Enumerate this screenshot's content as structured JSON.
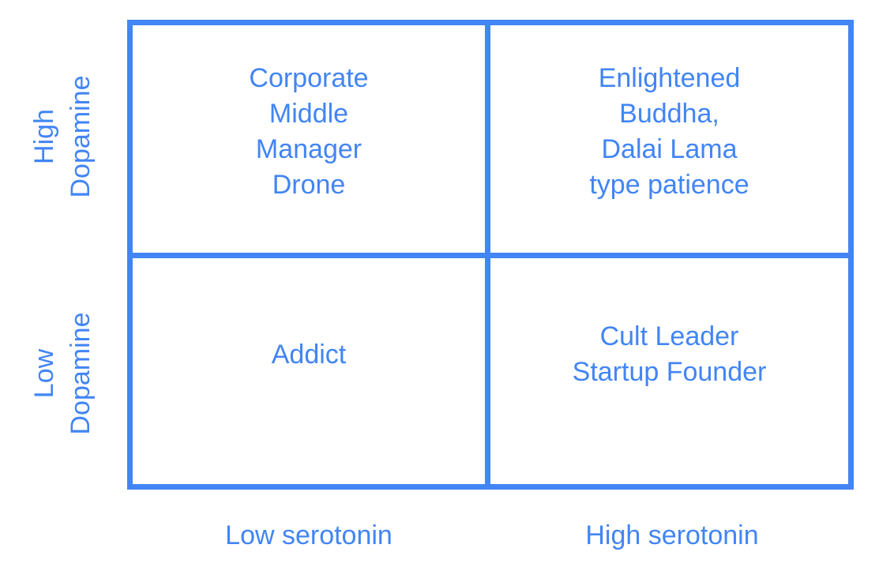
{
  "theme": {
    "accent_color": "#4285f4",
    "background_color": "#ffffff"
  },
  "axes": {
    "y": {
      "name": "Dopamine",
      "levels": [
        {
          "id": "high-dopamine",
          "qualifier": "High",
          "measure": "Dopamine"
        },
        {
          "id": "low-dopamine",
          "qualifier": "Low",
          "measure": "Dopamine"
        }
      ]
    },
    "x": {
      "name": "serotonin",
      "levels": [
        {
          "id": "low-serotonin",
          "label": "Low serotonin"
        },
        {
          "id": "high-serotonin",
          "label": "High serotonin"
        }
      ]
    }
  },
  "quadrants": [
    {
      "id": "top-left",
      "y_level": "High Dopamine",
      "x_level": "Low serotonin",
      "label": "Corporate\nMiddle\nManager\nDrone",
      "lines": [
        "Corporate",
        "Middle",
        "Manager",
        "Drone"
      ]
    },
    {
      "id": "top-right",
      "y_level": "High Dopamine",
      "x_level": "High serotonin",
      "label": "Enlightened\nBuddha,\nDalai Lama\ntype patience",
      "lines": [
        "Enlightened",
        "Buddha,",
        "Dalai Lama",
        "type patience"
      ]
    },
    {
      "id": "bottom-left",
      "y_level": "Low Dopamine",
      "x_level": "Low serotonin",
      "label": "Addict",
      "lines": [
        "Addict"
      ]
    },
    {
      "id": "bottom-right",
      "y_level": "Low Dopamine",
      "x_level": "High serotonin",
      "label": "Cult Leader\nStartup Founder",
      "lines": [
        "Cult Leader",
        "Startup Founder"
      ]
    }
  ],
  "chart_data": {
    "type": "table",
    "title": "",
    "xlabel": "serotonin",
    "ylabel": "Dopamine",
    "categories": [
      "Low serotonin",
      "High serotonin"
    ],
    "rows": [
      "High Dopamine",
      "Low Dopamine"
    ],
    "cells": [
      [
        "Corporate Middle Manager Drone",
        "Enlightened Buddha, Dalai Lama type patience"
      ],
      [
        "Addict",
        "Cult Leader Startup Founder"
      ]
    ],
    "grid": true,
    "legend": "none"
  }
}
